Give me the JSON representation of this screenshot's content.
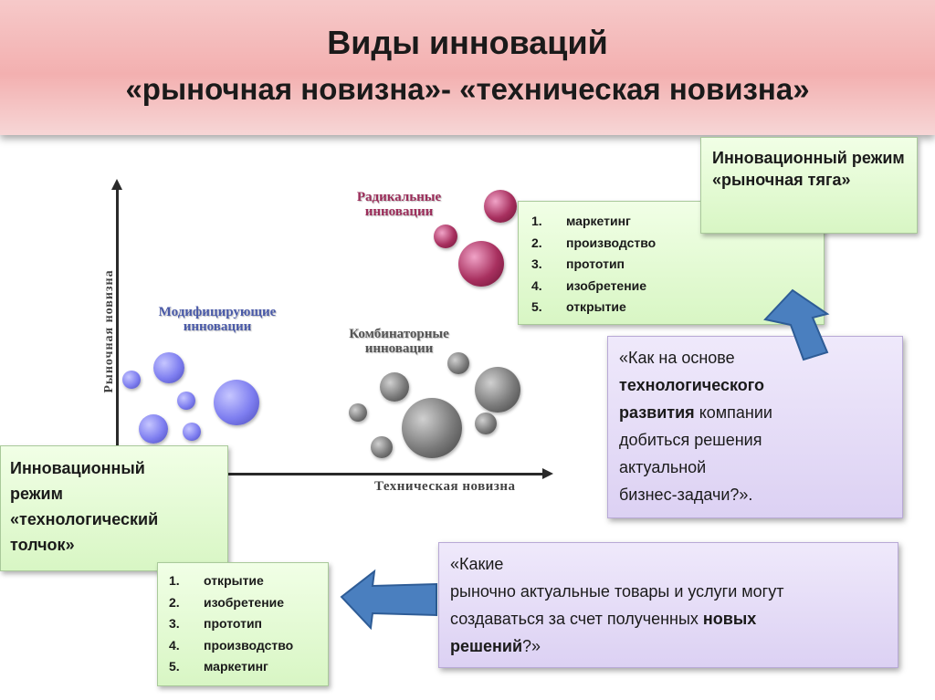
{
  "header": {
    "title_line1": "Виды инноваций",
    "title_line2": "«рыночная новизна»- «техническая новизна»"
  },
  "diagram": {
    "y_axis_label": "Рыночная новизна",
    "x_axis_label": "Техническая новизна",
    "clusters": {
      "radical": {
        "line1": "Радикальные",
        "line2": "инновации",
        "color": "#9b2d5a"
      },
      "modifying": {
        "line1": "Модифицирующие",
        "line2": "инновации",
        "color": "#4a5aa8"
      },
      "combinatorial": {
        "line1": "Комбинаторные",
        "line2": "инновации",
        "color": "#555555"
      }
    }
  },
  "market_pull": {
    "title": "Инновационный режим «рыночная тяга»",
    "steps": [
      {
        "num": "1.",
        "label": "маркетинг"
      },
      {
        "num": "2.",
        "label": "производство"
      },
      {
        "num": "3.",
        "label": "прототип"
      },
      {
        "num": "4.",
        "label": "изобретение"
      },
      {
        "num": "5.",
        "label": "открытие"
      }
    ]
  },
  "tech_push": {
    "title_line1": "Инновационный",
    "title_line2": "режим",
    "title_line3": "«технологический",
    "title_line4": "толчок»",
    "steps": [
      {
        "num": "1.",
        "label": "открытие"
      },
      {
        "num": "2.",
        "label": "изобретение"
      },
      {
        "num": "3.",
        "label": "прототип"
      },
      {
        "num": "4.",
        "label": "производство"
      },
      {
        "num": "5.",
        "label": "маркетинг"
      }
    ]
  },
  "question1": {
    "l1": "«Как на основе",
    "l2": "технологического",
    "l3_bold": "развития",
    "l3_rest": " компании",
    "l4": "добиться решения",
    "l5": "актуальной",
    "l6": "бизнес-задачи?».",
    "l2_bold": "true"
  },
  "question2": {
    "l1": "«Какие",
    "l2": "рыночно актуальные товары и услуги могут",
    "l3_pre": "создаваться за счет полученных ",
    "l3_bold": "новых",
    "l4_bold": "решений",
    "l4_rest": "?»"
  },
  "colors": {
    "header_bg": "#f3b0b0",
    "green_box": "#d8f6c4",
    "purple_box": "#dcd1f3",
    "arrow": "#4a7fbf"
  }
}
